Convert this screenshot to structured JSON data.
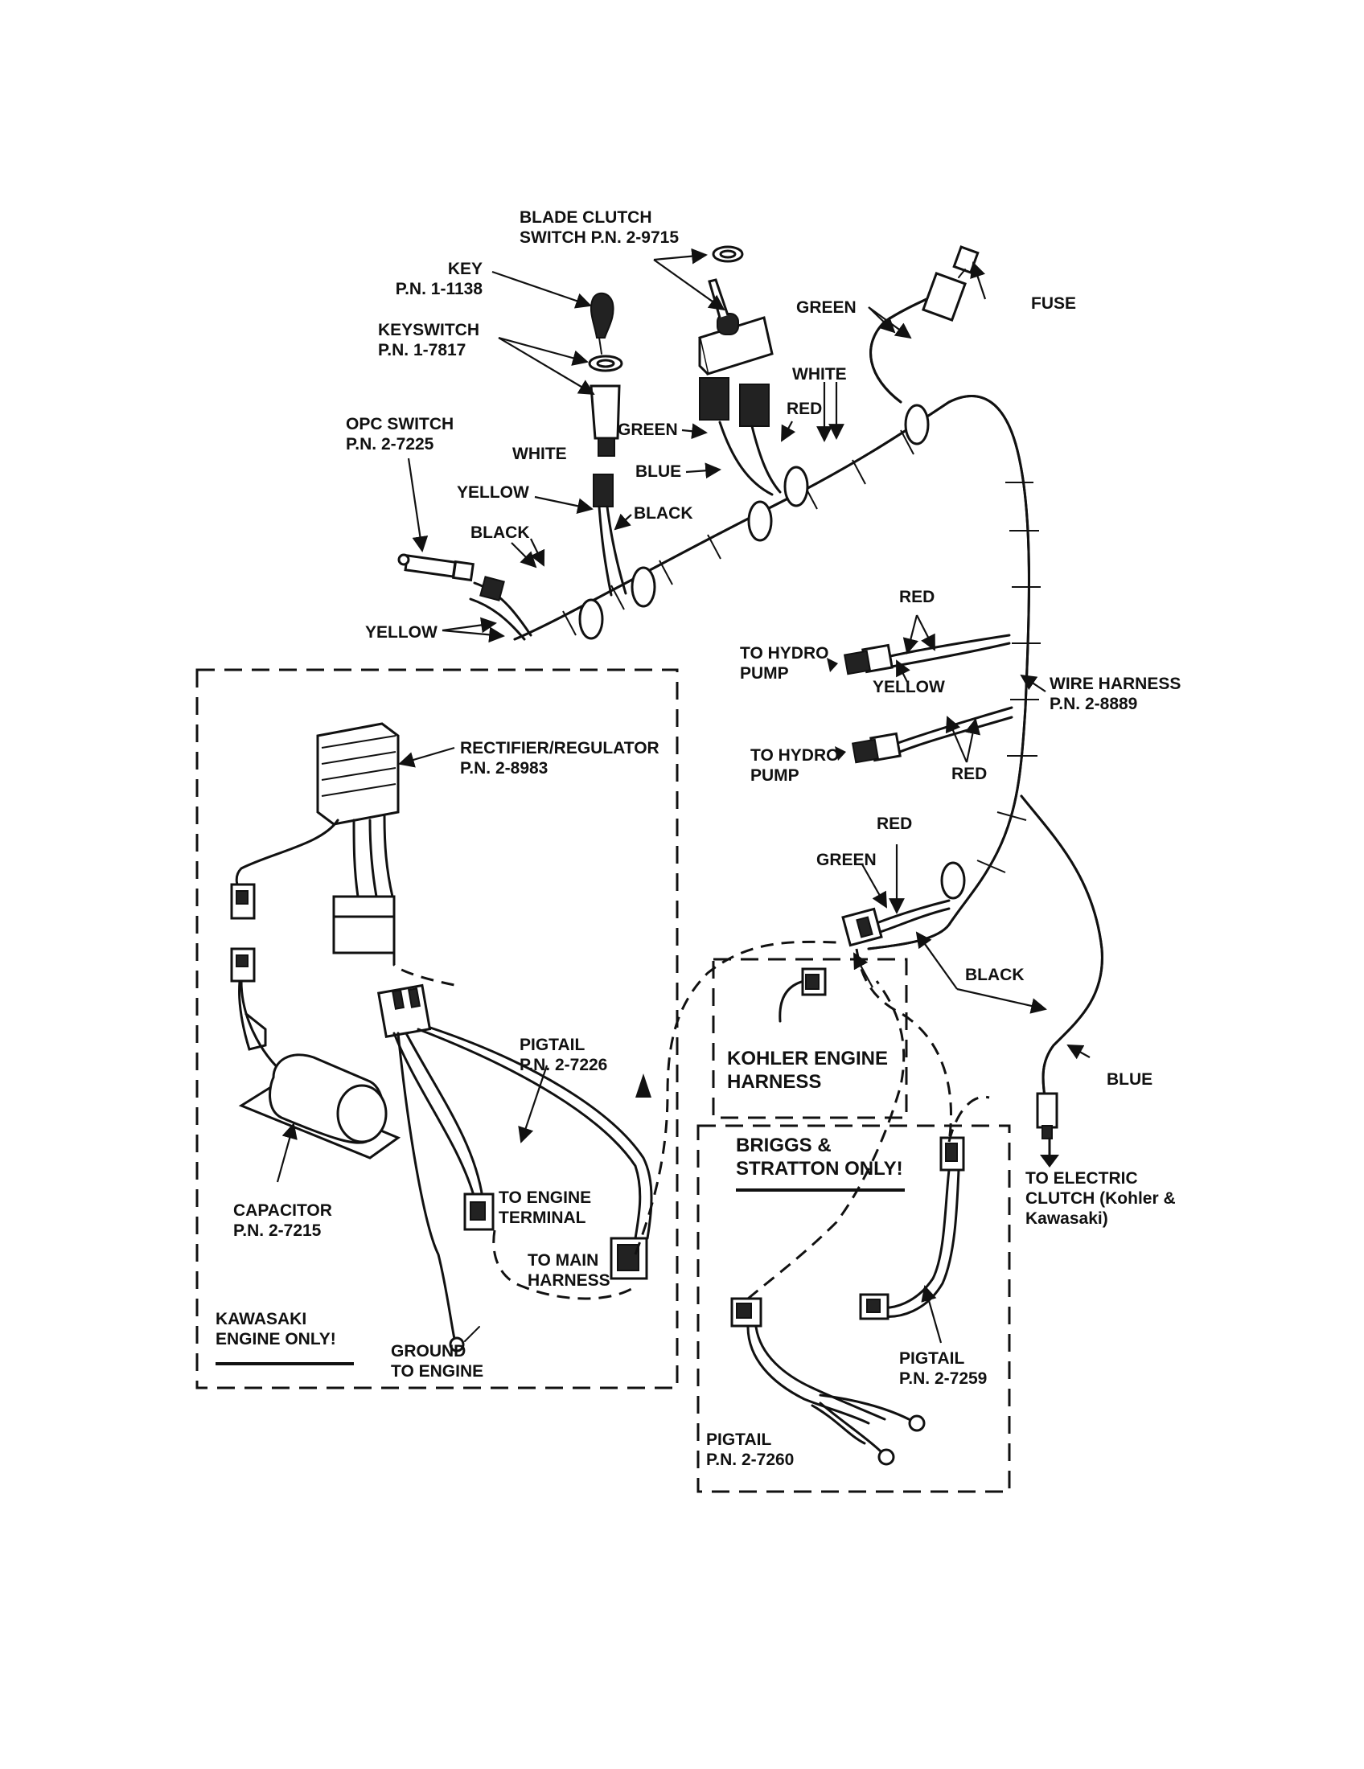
{
  "labels": {
    "blade_clutch": [
      "BLADE CLUTCH",
      "SWITCH P.N. 2-9715"
    ],
    "key": [
      "KEY",
      "P.N. 1-1138"
    ],
    "keyswitch": [
      "KEYSWITCH",
      "P.N. 1-7817"
    ],
    "opc_switch": [
      "OPC SWITCH",
      "P.N. 2-7225"
    ],
    "fuse": "FUSE",
    "green_top": "GREEN",
    "white_top": "WHITE",
    "red_top": "RED",
    "green_mid": "GREEN",
    "blue_mid": "BLUE",
    "white_key": "WHITE",
    "yellow_key": "YELLOW",
    "black_key": "BLACK",
    "black_opc": "BLACK",
    "yellow_opc": "YELLOW",
    "red_hydro_top": "RED",
    "to_hydro_pump_1": [
      "TO HYDRO",
      "PUMP"
    ],
    "yellow_hydro": "YELLOW",
    "wire_harness": [
      "WIRE HARNESS",
      "P.N. 2-8889"
    ],
    "to_hydro_pump_2": [
      "TO HYDRO",
      "PUMP"
    ],
    "red_hydro_bottom": "RED",
    "red_lower": "RED",
    "green_lower": "GREEN",
    "black_lower": "BLACK",
    "blue_lower": "BLUE",
    "to_electric_clutch": [
      "TO ELECTRIC",
      "CLUTCH (Kohler &",
      "Kawasaki)"
    ],
    "rectifier": [
      "RECTIFIER/REGULATOR",
      "P.N. 2-8983"
    ],
    "pigtail_7226": [
      "PIGTAIL",
      "P.N. 2-7226"
    ],
    "to_engine_terminal": [
      "TO ENGINE",
      "TERMINAL"
    ],
    "to_main_harness": [
      "TO MAIN",
      "HARNESS"
    ],
    "capacitor": [
      "CAPACITOR",
      "P.N. 2-7215"
    ],
    "kawasaki": [
      "KAWASAKI",
      "ENGINE ONLY!"
    ],
    "ground": [
      "GROUND",
      "TO ENGINE"
    ],
    "kohler": [
      "KOHLER ENGINE",
      "HARNESS"
    ],
    "briggs": [
      "BRIGGS &",
      "STRATTON ONLY!"
    ],
    "pigtail_7259": [
      "PIGTAIL",
      "P.N. 2-7259"
    ],
    "pigtail_7260": [
      "PIGTAIL",
      "P.N. 2-7260"
    ]
  }
}
